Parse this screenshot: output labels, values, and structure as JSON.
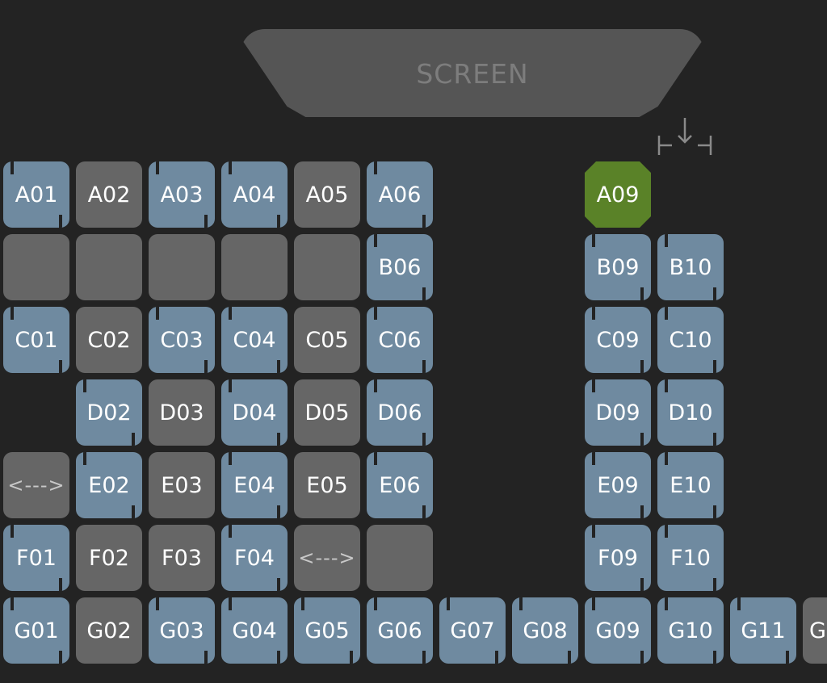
{
  "screen_label": "SCREEN",
  "entrance_icon": "entrance-arrow-icon",
  "colors": {
    "available": "#6f8aa0",
    "taken": "#666666",
    "selected": "#5a8228",
    "background": "#232323"
  },
  "seats": {
    "A01": "A01",
    "A02": "A02",
    "A03": "A03",
    "A04": "A04",
    "A05": "A05",
    "A06": "A06",
    "A09": "A09",
    "B06": "B06",
    "B09": "B09",
    "B10": "B10",
    "C01": "C01",
    "C02": "C02",
    "C03": "C03",
    "C04": "C04",
    "C05": "C05",
    "C06": "C06",
    "C09": "C09",
    "C10": "C10",
    "D02": "D02",
    "D03": "D03",
    "D04": "D04",
    "D05": "D05",
    "D06": "D06",
    "D09": "D09",
    "D10": "D10",
    "E02": "E02",
    "E03": "E03",
    "E04": "E04",
    "E05": "E05",
    "E06": "E06",
    "E09": "E09",
    "E10": "E10",
    "F01": "F01",
    "F02": "F02",
    "F03": "F03",
    "F04": "F04",
    "F09": "F09",
    "F10": "F10",
    "G01": "G01",
    "G02": "G02",
    "G03": "G03",
    "G04": "G04",
    "G05": "G05",
    "G06": "G06",
    "G07": "G07",
    "G08": "G08",
    "G09": "G09",
    "G10": "G10",
    "G11": "G11",
    "G12": "G"
  },
  "pair_seat_label": "<--->"
}
